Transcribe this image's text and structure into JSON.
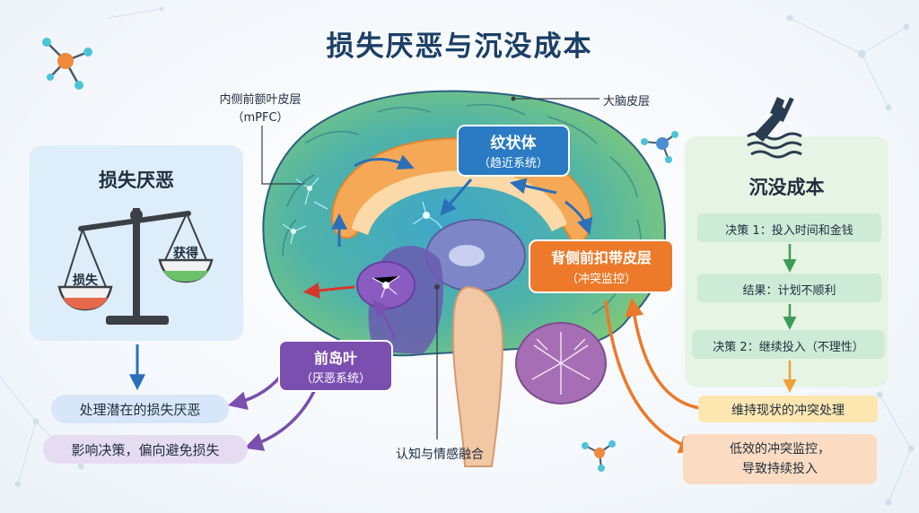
{
  "title": "损失厌恶与沉没成本",
  "left_panel": {
    "title": "损失厌恶",
    "scale_left_label": "损失",
    "scale_right_label": "获得",
    "effect_1": "处理潜在的损失厌恶",
    "effect_2": "影响决策，偏向避免损失"
  },
  "brain_labels": {
    "mpfc_line1": "内侧前额叶皮层",
    "mpfc_line2": "（mPFC）",
    "cortex": "大脑皮层",
    "striatum_title": "纹状体",
    "striatum_sub": "（趋近系统）",
    "acc_title": "背侧前扣带皮层",
    "acc_sub": "（冲突监控）",
    "insula_title": "前岛叶",
    "insula_sub": "（厌恶系统）",
    "integration": "认知与情感融合"
  },
  "right_panel": {
    "title": "沉没成本",
    "step_1": "决策 1：投入时间和金钱",
    "step_2": "结果：计划不顺利",
    "step_3": "决策 2：继续投入（不理性）",
    "outcome_1": "维持现状的冲突处理",
    "outcome_2_line1": "低效的冲突监控，",
    "outcome_2_line2": "导致持续投入"
  },
  "icons": [
    "molecule-icon",
    "balance-scale-icon",
    "sinking-ship-icon",
    "brain-illustration"
  ],
  "colors": {
    "title": "#1c3f66",
    "left_panel_bg": "#ddeefa",
    "right_panel_bg": "#e6f4e4",
    "striatum": "#2a7bc4",
    "acc": "#ec7a2a",
    "insula": "#7b4fb0",
    "step_box": "#cdebd6",
    "flow_arrow_green": "#3e9c5a",
    "flow_arrow_orange": "#f0a03a"
  }
}
